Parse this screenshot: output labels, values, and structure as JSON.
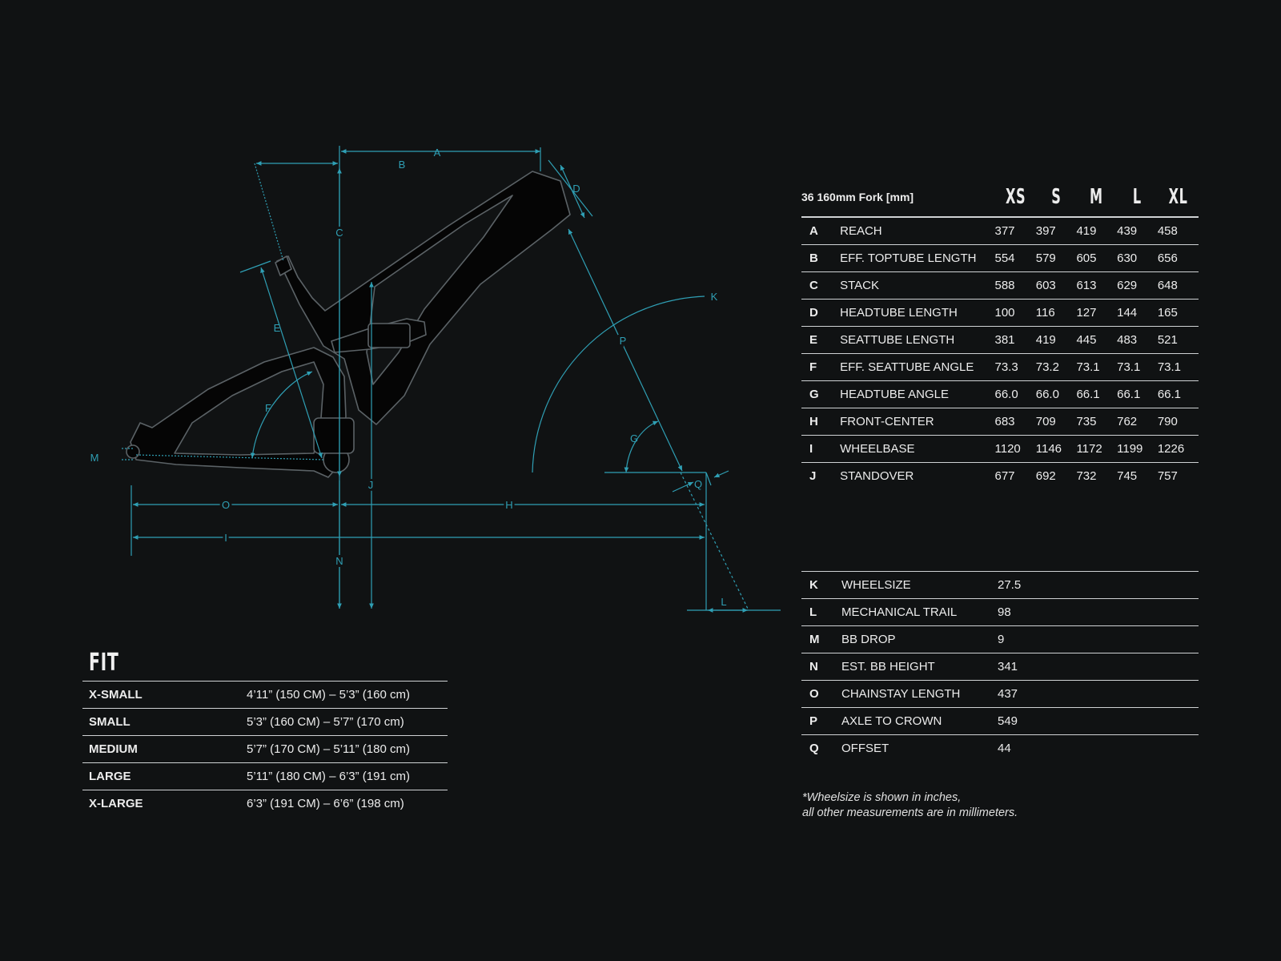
{
  "colors": {
    "background": "#101213",
    "dimension_lines": "#2f9fb4",
    "frame_outline": "#5b6266",
    "text": "#ececec"
  },
  "diagram": {
    "labels": [
      "A",
      "B",
      "C",
      "D",
      "E",
      "F",
      "G",
      "H",
      "I",
      "J",
      "K",
      "L",
      "M",
      "N",
      "O",
      "P",
      "Q"
    ]
  },
  "geometry": {
    "title": "36 160mm Fork [mm]",
    "sizes": [
      "XS",
      "S",
      "M",
      "L",
      "XL"
    ],
    "rows": [
      {
        "code": "A",
        "name": "REACH",
        "values": [
          "377",
          "397",
          "419",
          "439",
          "458"
        ]
      },
      {
        "code": "B",
        "name": "EFF. TOPTUBE LENGTH",
        "values": [
          "554",
          "579",
          "605",
          "630",
          "656"
        ]
      },
      {
        "code": "C",
        "name": "STACK",
        "values": [
          "588",
          "603",
          "613",
          "629",
          "648"
        ]
      },
      {
        "code": "D",
        "name": "HEADTUBE LENGTH",
        "values": [
          "100",
          "116",
          "127",
          "144",
          "165"
        ]
      },
      {
        "code": "E",
        "name": "SEATTUBE LENGTH",
        "values": [
          "381",
          "419",
          "445",
          "483",
          "521"
        ]
      },
      {
        "code": "F",
        "name": "EFF. SEATTUBE ANGLE",
        "values": [
          "73.3",
          "73.2",
          "73.1",
          "73.1",
          "73.1"
        ]
      },
      {
        "code": "G",
        "name": "HEADTUBE ANGLE",
        "values": [
          "66.0",
          "66.0",
          "66.1",
          "66.1",
          "66.1"
        ]
      },
      {
        "code": "H",
        "name": "FRONT-CENTER",
        "values": [
          "683",
          "709",
          "735",
          "762",
          "790"
        ]
      },
      {
        "code": "I",
        "name": "WHEELBASE",
        "values": [
          "1120",
          "1146",
          "1172",
          "1199",
          "1226"
        ]
      },
      {
        "code": "J",
        "name": "STANDOVER",
        "values": [
          "677",
          "692",
          "732",
          "745",
          "757"
        ]
      }
    ]
  },
  "common": {
    "rows": [
      {
        "code": "K",
        "name": "WHEELSIZE",
        "value": "27.5"
      },
      {
        "code": "L",
        "name": "MECHANICAL TRAIL",
        "value": "98"
      },
      {
        "code": "M",
        "name": "BB DROP",
        "value": "9"
      },
      {
        "code": "N",
        "name": "EST. BB HEIGHT",
        "value": "341"
      },
      {
        "code": "O",
        "name": "CHAINSTAY LENGTH",
        "value": "437"
      },
      {
        "code": "P",
        "name": "AXLE TO CROWN",
        "value": "549"
      },
      {
        "code": "Q",
        "name": "OFFSET",
        "value": "44"
      }
    ]
  },
  "note": {
    "line1": "*Wheelsize is shown in inches,",
    "line2": "all other measurements are in millimeters."
  },
  "fit": {
    "title": "FIT",
    "rows": [
      {
        "size": "X-SMALL",
        "range": "4’11” (150 CM) – 5’3” (160 cm)"
      },
      {
        "size": "SMALL",
        "range": "5’3” (160 CM) – 5’7” (170 cm)"
      },
      {
        "size": "MEDIUM",
        "range": "5’7” (170 CM) – 5’11” (180 cm)"
      },
      {
        "size": "LARGE",
        "range": "5’11” (180 CM) – 6’3” (191 cm)"
      },
      {
        "size": "X-LARGE",
        "range": "6’3” (191 CM) – 6’6” (198 cm)"
      }
    ]
  }
}
